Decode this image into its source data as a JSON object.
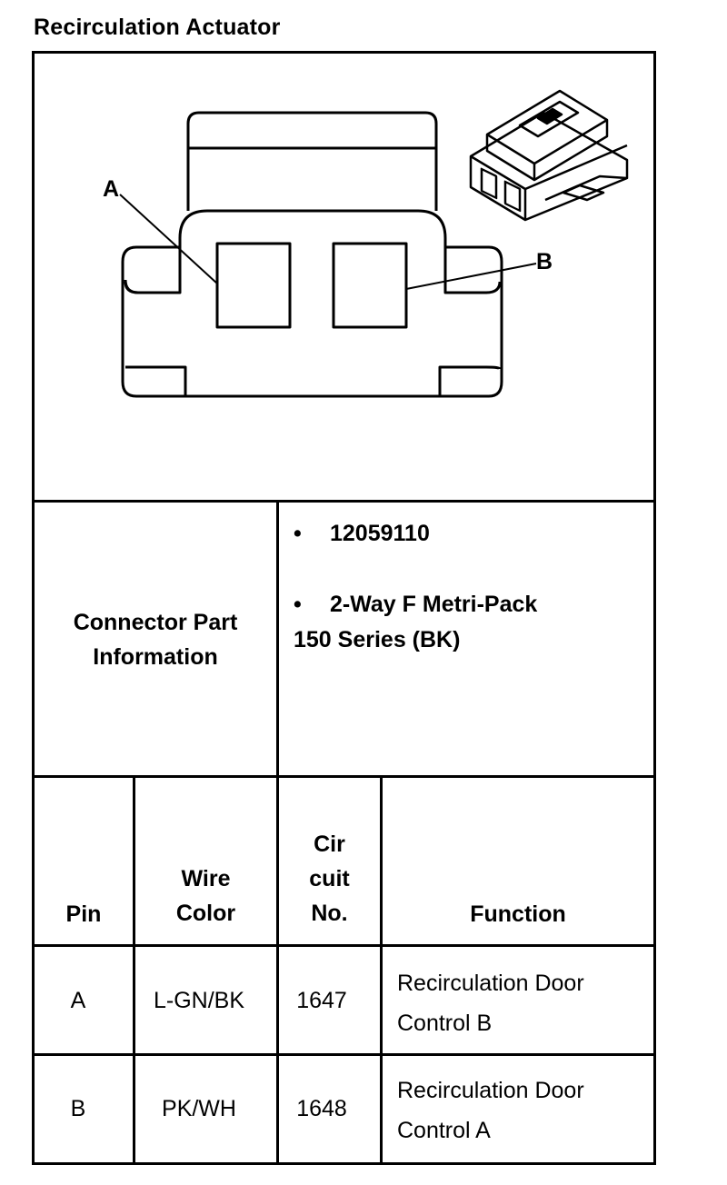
{
  "title": "Recirculation Actuator",
  "diagram": {
    "label_a": "A",
    "label_b": "B"
  },
  "connector_info": {
    "label_line1": "Connector Part",
    "label_line2": "Information",
    "bullet": "•",
    "part_number": "12059110",
    "description_line1": "2-Way F Metri-Pack",
    "description_line2": "150 Series (BK)"
  },
  "pin_table": {
    "headers": {
      "pin": "Pin",
      "wire_color_line1": "Wire",
      "wire_color_line2": "Color",
      "circuit_line1": "Cir",
      "circuit_line2": "cuit",
      "circuit_line3": "No.",
      "function": "Function"
    },
    "rows": [
      {
        "pin": "A",
        "wire_color": "L-GN/BK",
        "circuit": "1647",
        "function_line1": "Recirculation Door",
        "function_line2": "Control B"
      },
      {
        "pin": "B",
        "wire_color": "PK/WH",
        "circuit": "1648",
        "function_line1": "Recirculation Door",
        "function_line2": "Control A"
      }
    ]
  }
}
